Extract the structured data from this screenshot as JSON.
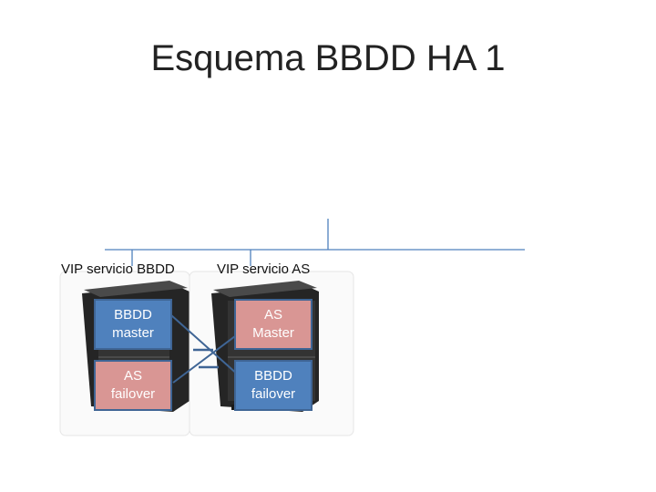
{
  "title": "Esquema BBDD HA 1",
  "vip_labels": {
    "bbdd": "VIP servicio BBDD",
    "as": "VIP servicio AS"
  },
  "servers": [
    {
      "top": {
        "line1": "BBDD",
        "line2": "master",
        "color": "#4f81bd"
      },
      "bottom": {
        "line1": "AS",
        "line2": "failover",
        "color": "#d99694"
      }
    },
    {
      "top": {
        "line1": "AS",
        "line2": "Master",
        "color": "#d99694"
      },
      "bottom": {
        "line1": "BBDD",
        "line2": "failover",
        "color": "#4f81bd"
      }
    }
  ],
  "colors": {
    "network_line": "#4f81bd",
    "cross_link": "#3f6595",
    "server_body": "#2e2e2e"
  }
}
